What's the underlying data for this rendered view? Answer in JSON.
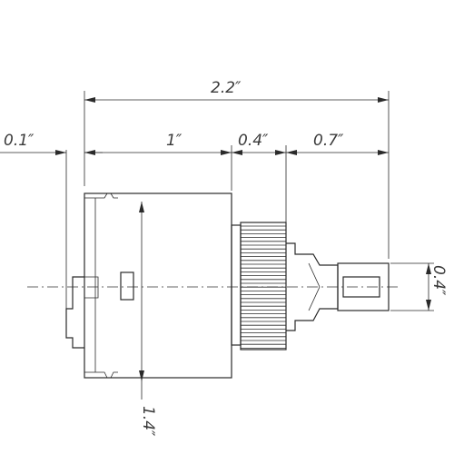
{
  "dimensions": {
    "overall_length": "2.2″",
    "left_lip": "0.1″",
    "body_length": "1″",
    "spline_length": "0.4″",
    "stem_length": "0.7″",
    "stem_width": "0.4″",
    "body_diameter": "1.4″"
  }
}
